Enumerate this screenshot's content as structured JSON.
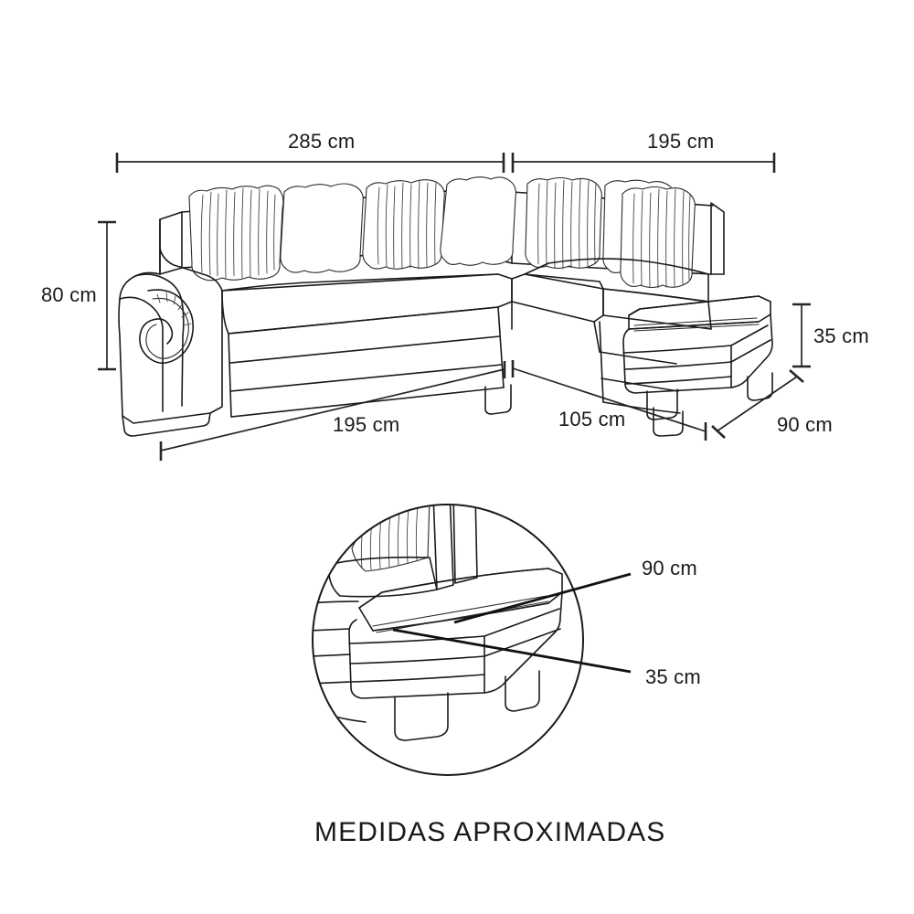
{
  "page": {
    "title": "Sectional Sofa Dimension Diagram",
    "background_color": "#ffffff",
    "line_color": "#1a1a1a",
    "text_color": "#1a1a1a"
  },
  "caption": {
    "text": "MEDIDAS APROXIMADAS"
  },
  "dimensions": {
    "top_left": {
      "label": "285 cm",
      "value": 285,
      "unit": "cm",
      "axis": "width",
      "part": "long-side-overall"
    },
    "top_right": {
      "label": "195 cm",
      "value": 195,
      "unit": "cm",
      "axis": "width",
      "part": "short-side-overall"
    },
    "left_height": {
      "label": "80 cm",
      "value": 80,
      "unit": "cm",
      "axis": "height",
      "part": "backrest-height"
    },
    "bottom_left": {
      "label": "195 cm",
      "value": 195,
      "unit": "cm",
      "axis": "depth-run",
      "part": "long-side-base"
    },
    "bottom_center": {
      "label": "105 cm",
      "value": 105,
      "unit": "cm",
      "axis": "depth-run",
      "part": "chaise-base"
    },
    "bottom_right": {
      "label": "90 cm",
      "value": 90,
      "unit": "cm",
      "axis": "depth",
      "part": "seat-depth"
    },
    "right_height": {
      "label": "35 cm",
      "value": 35,
      "unit": "cm",
      "axis": "height",
      "part": "ottoman-seat-height"
    }
  },
  "detail_callout": {
    "shape": "circle",
    "subject": "ottoman-seat-detail",
    "labels": {
      "upper": {
        "label": "90 cm",
        "value": 90,
        "unit": "cm",
        "part": "ottoman-depth"
      },
      "lower": {
        "label": "35 cm",
        "value": 35,
        "unit": "cm",
        "part": "ottoman-height"
      }
    }
  },
  "product": {
    "type": "sectional-sofa",
    "orientation": "L-shape right chaise",
    "features": [
      "rolled-scroll-arm",
      "striped-accent-cushions",
      "plain-back-cushions",
      "block-feet",
      "detachable-ottoman"
    ],
    "cushion_count": 8
  }
}
